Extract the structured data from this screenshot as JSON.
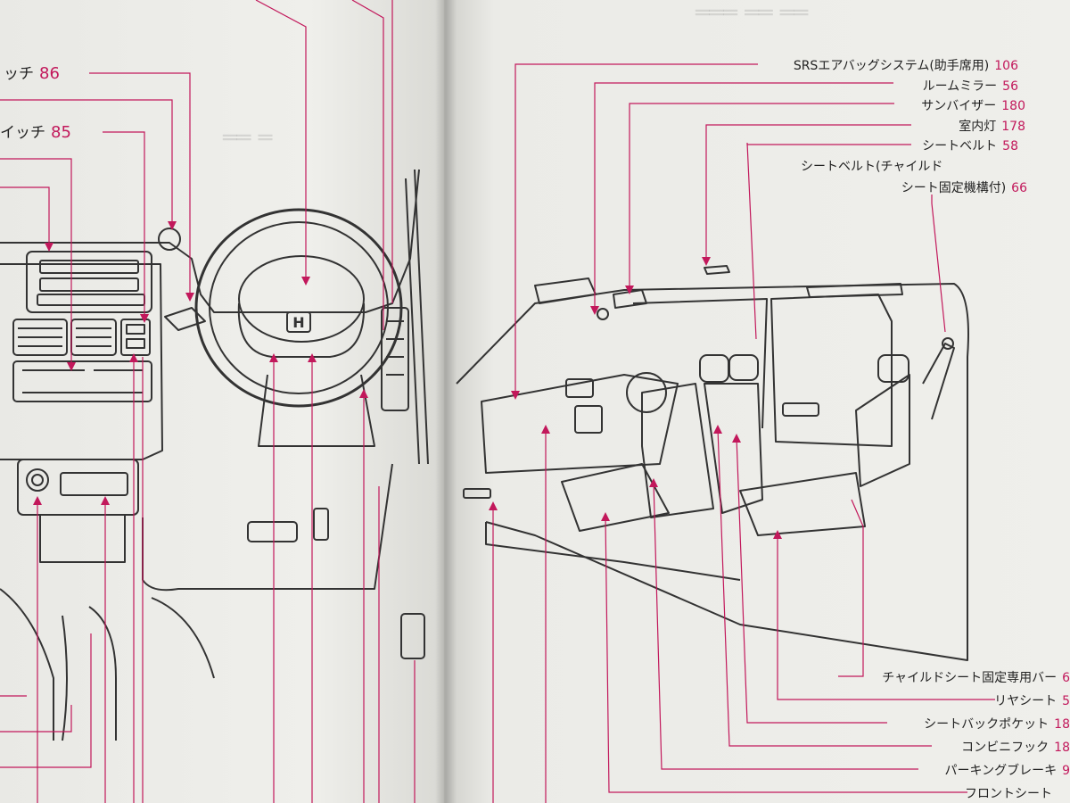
{
  "left_page": {
    "labels": [
      {
        "text": "ッチ",
        "page": "86"
      },
      {
        "text": "イッチ",
        "page": "85"
      }
    ]
  },
  "right_page": {
    "labels": [
      {
        "text": "SRSエアバッグシステム(助手席用)",
        "page": "106"
      },
      {
        "text": "ルームミラー",
        "page": "56"
      },
      {
        "text": "サンバイザー",
        "page": "180"
      },
      {
        "text": "室内灯",
        "page": "178"
      },
      {
        "text": "シートベルト",
        "page": "58"
      },
      {
        "text": "シートベルト(チャイルド",
        "page": ""
      },
      {
        "text": "シート固定機構付)",
        "page": "66"
      },
      {
        "text": "チャイルドシート固定専用バー",
        "page": "6"
      },
      {
        "text": "リヤシート",
        "page": "5"
      },
      {
        "text": "シートバックポケット",
        "page": "18"
      },
      {
        "text": "コンビニフック",
        "page": "18"
      },
      {
        "text": "パーキングブレーキ",
        "page": "9"
      },
      {
        "text": "フロントシート",
        "page": ""
      }
    ]
  },
  "colors": {
    "leader_line": "#c2185b",
    "page_number": "#c2185b",
    "ink": "#333333"
  }
}
